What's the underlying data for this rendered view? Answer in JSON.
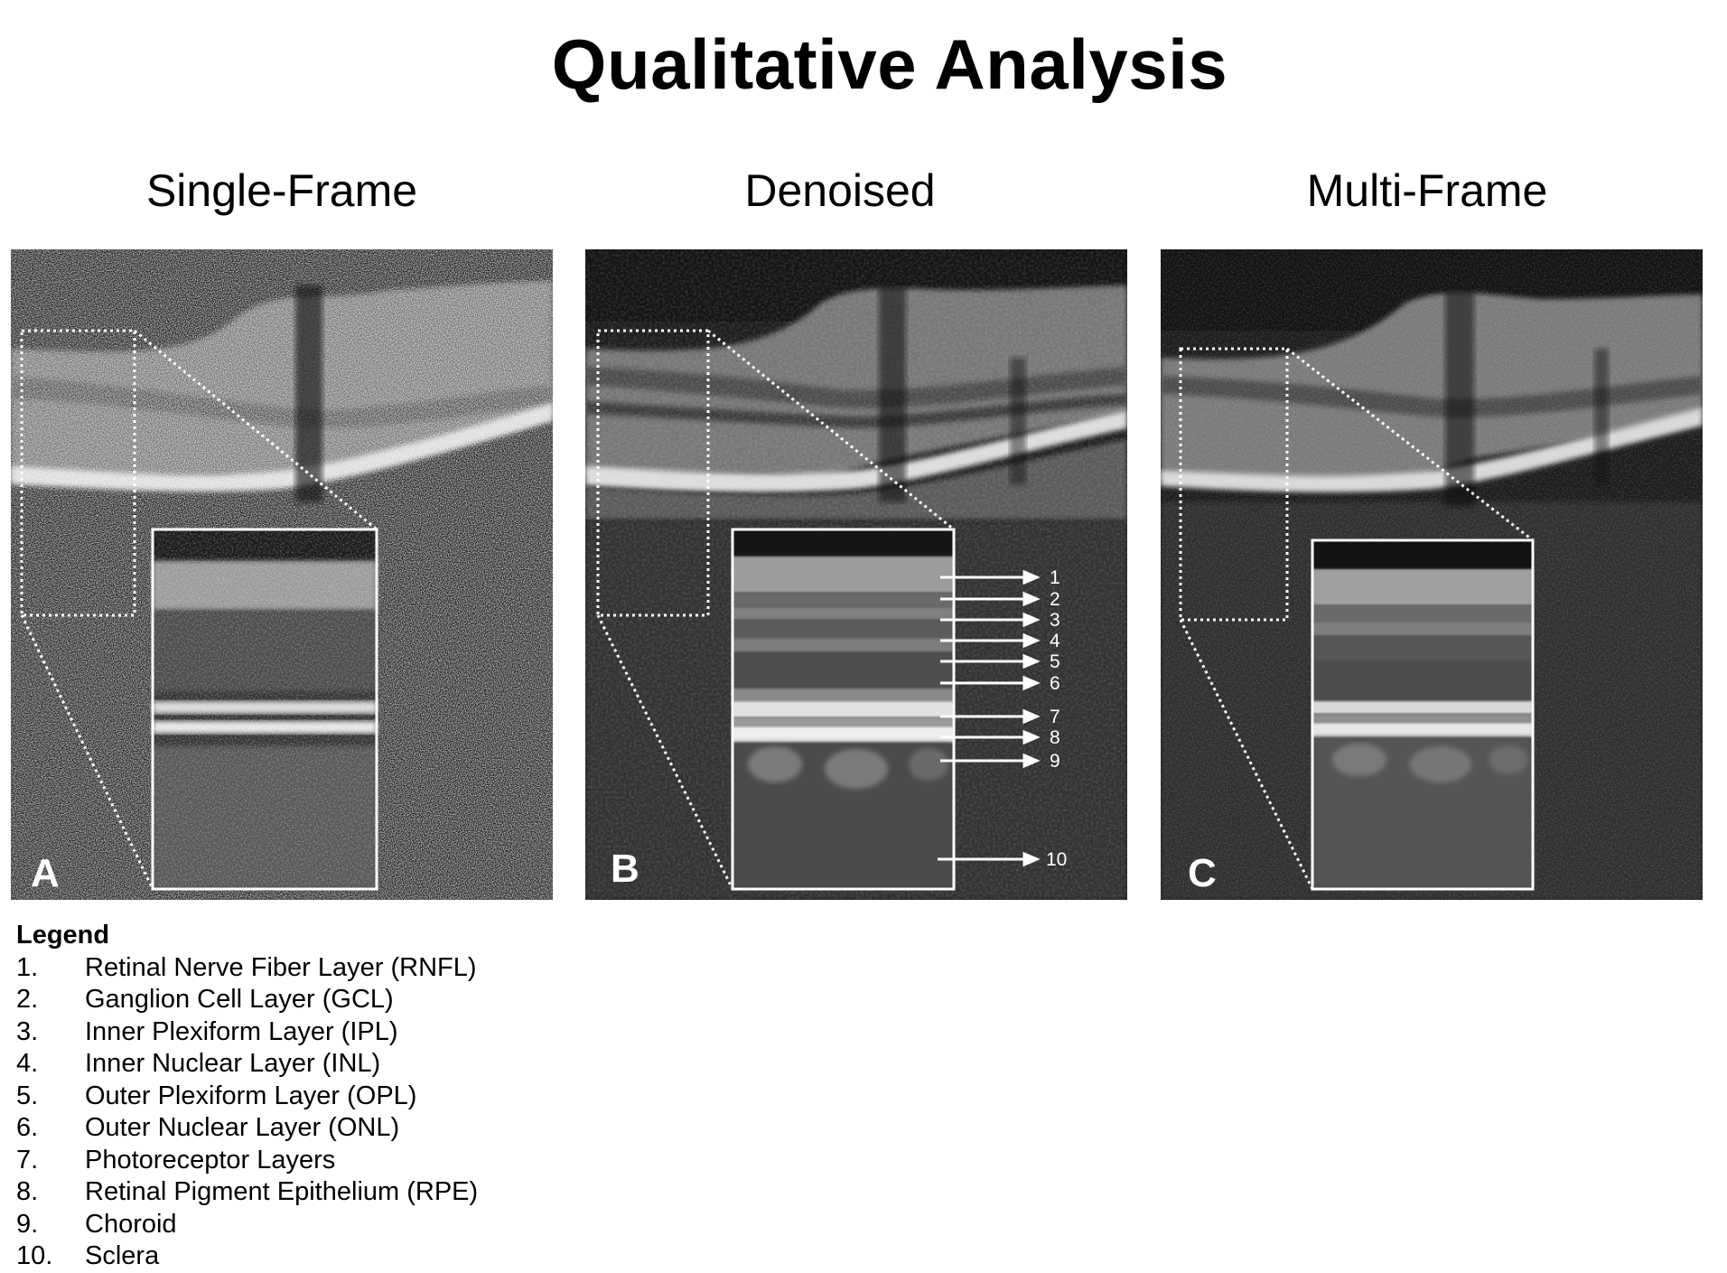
{
  "title": "Qualitative Analysis",
  "panels": [
    {
      "heading": "Single-Frame",
      "letter": "A"
    },
    {
      "heading": "Denoised",
      "letter": "B"
    },
    {
      "heading": "Multi-Frame",
      "letter": "C"
    }
  ],
  "arrow_labels": [
    "1",
    "2",
    "3",
    "4",
    "5",
    "6",
    "7",
    "8",
    "9",
    "10"
  ],
  "legend": {
    "title": "Legend",
    "items": [
      {
        "num": "1.",
        "text": "Retinal Nerve Fiber Layer (RNFL)"
      },
      {
        "num": "2.",
        "text": "Ganglion Cell Layer (GCL)"
      },
      {
        "num": "3.",
        "text": "Inner Plexiform Layer (IPL)"
      },
      {
        "num": "4.",
        "text": "Inner Nuclear Layer (INL)"
      },
      {
        "num": "5.",
        "text": "Outer Plexiform Layer (OPL)"
      },
      {
        "num": "6.",
        "text": "Outer Nuclear Layer (ONL)"
      },
      {
        "num": "7.",
        "text": "Photoreceptor Layers"
      },
      {
        "num": "8.",
        "text": "Retinal Pigment Epithelium (RPE)"
      },
      {
        "num": "9.",
        "text": "Choroid"
      },
      {
        "num": "10.",
        "text": "Sclera"
      }
    ]
  }
}
